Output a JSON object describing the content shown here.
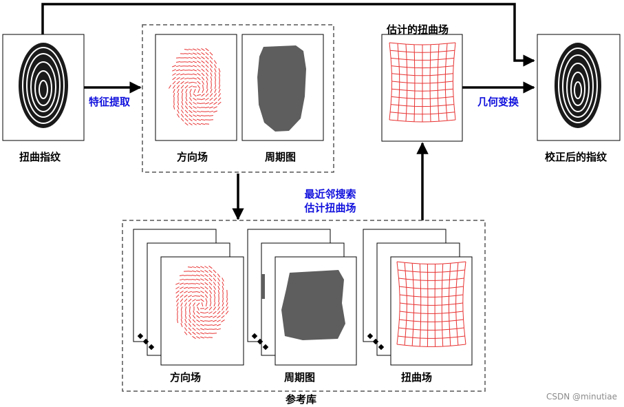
{
  "labels": {
    "input": "扭曲指纹",
    "feature_extract": "特征提取",
    "orientation": "方向场",
    "period": "周期图",
    "estimated_field": "估计的扭曲场",
    "geom_transform": "几何变换",
    "corrected": "校正后的指纹",
    "search_line1": "最近邻搜索",
    "search_line2": "估计扭曲场",
    "db_orientation": "方向场",
    "db_period": "周期图",
    "db_distortion": "扭曲场",
    "database": "参考库"
  },
  "colors": {
    "arrow": "#000000",
    "dashed_border": "#555555",
    "label_blue": "#1010dd",
    "field_red": "#e83030",
    "period_gray": "#5e5e5e"
  },
  "watermark": "CSDN @minutiae"
}
